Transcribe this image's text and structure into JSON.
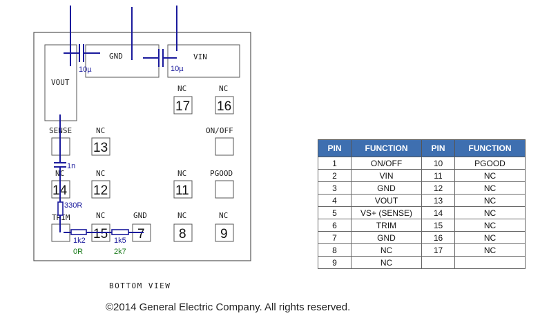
{
  "diagram": {
    "labels": {
      "gnd": "GND",
      "vin": "VIN",
      "vout": "VOUT",
      "sense": "SENSE",
      "trim": "TRIM",
      "onoff": "ON/OFF",
      "pgood": "PGOOD",
      "gnd_pad7": "GND",
      "nc": "NC"
    },
    "pads": {
      "p7": "7",
      "p8": "8",
      "p9": "9",
      "p11": "11",
      "p12": "12",
      "p13": "13",
      "p14": "14",
      "p15": "15",
      "p16": "16",
      "p17": "17"
    },
    "components": {
      "cap_vout": "10µ",
      "cap_vin": "10µ",
      "cap_sense": "1n",
      "res_sense": "330R",
      "res_trim1": "1k2",
      "res_trim1_alt": "0R",
      "res_trim2": "1k5",
      "res_trim2_alt": "2k7"
    },
    "colors": {
      "outline": "#555555",
      "wire": "#1a1a9c",
      "alt_value": "#1a7a1a"
    }
  },
  "table": {
    "headers": [
      "PIN",
      "FUNCTION",
      "PIN",
      "FUNCTION"
    ],
    "header_color": "#3e6fb0",
    "rows": [
      [
        "1",
        "ON/OFF",
        "10",
        "PGOOD"
      ],
      [
        "2",
        "VIN",
        "11",
        "NC"
      ],
      [
        "3",
        "GND",
        "12",
        "NC"
      ],
      [
        "4",
        "VOUT",
        "13",
        "NC"
      ],
      [
        "5",
        "VS+ (SENSE)",
        "14",
        "NC"
      ],
      [
        "6",
        "TRIM",
        "15",
        "NC"
      ],
      [
        "7",
        "GND",
        "16",
        "NC"
      ],
      [
        "8",
        "NC",
        "17",
        "NC"
      ],
      [
        "9",
        "NC",
        "",
        ""
      ]
    ]
  },
  "caption": "BOTTOM VIEW",
  "copyright": "©2014 General Electric Company. All rights reserved."
}
